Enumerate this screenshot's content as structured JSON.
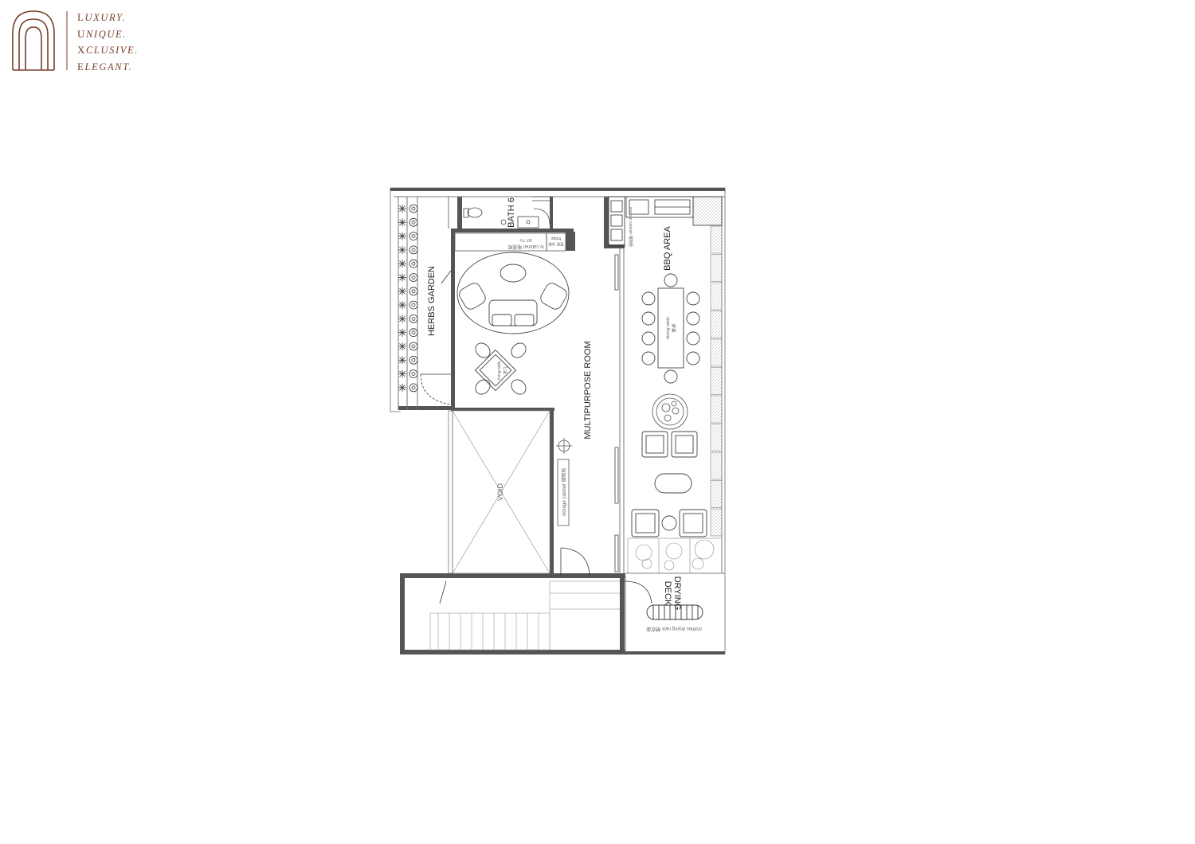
{
  "brand": {
    "tagline": [
      {
        "initial": "L",
        "rest": "UXURY."
      },
      {
        "initial": "U",
        "rest": "NIQUE."
      },
      {
        "initial": "X",
        "rest": "CLUSIVE."
      },
      {
        "initial": "E",
        "rest": "LEGANT."
      }
    ],
    "color": "#7a3f2a"
  },
  "rooms": {
    "herbs_garden": "HERBS GARDEN",
    "bath": "BATH 6",
    "multipurpose": "MULTIPURPOSE ROOM",
    "bbq": "BBQ AREA",
    "void": "VOID",
    "drying_deck_1": "DRYING",
    "drying_deck_2": "DECK"
  },
  "furniture": {
    "tv_cabinet": "tv cabinet 电视柜",
    "tv_size": "60\" TV",
    "fridge": "fridge",
    "fridge_cn": "雪柜 冰箱",
    "storage_cabinet": "storage cabinet 储物柜",
    "dining_table": "dining table",
    "dining_table_cn": "餐桌",
    "living_table": "living table",
    "living_table_cn": "茶几",
    "clothes_rack": "clothes drying rack 晒衣架",
    "cabinet_right": "storage cabinet 储物柜"
  }
}
